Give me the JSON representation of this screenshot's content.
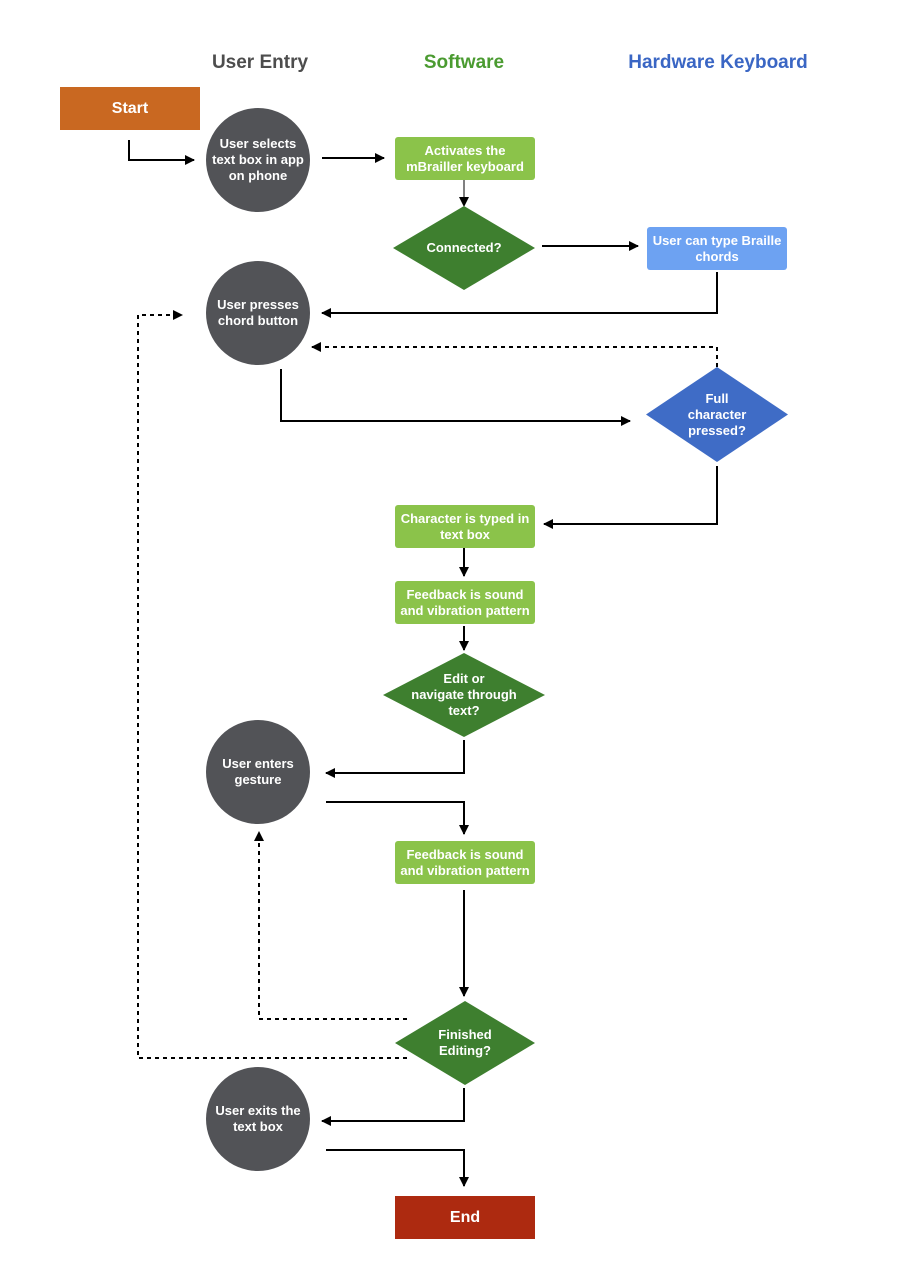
{
  "colors": {
    "user_header": "#4d4d4d",
    "software_header": "#4b9b31",
    "hardware_header": "#3a66c4",
    "start": "#c96821",
    "end": "#ad2a10",
    "circle": "#525357",
    "software_box": "#8bc34a",
    "software_diamond": "#3e7f2f",
    "hardware_box": "#6da2f2",
    "hardware_diamond": "#3f6cc6",
    "arrow": "#000000"
  },
  "headers": {
    "user_entry": "User Entry",
    "software": "Software",
    "hardware": "Hardware Keyboard"
  },
  "nodes": {
    "start": "Start",
    "select_text_box": "User selects\ntext box in app\non phone",
    "activate_keyboard": "Activates the\nmBrailler keyboard",
    "connected": "Connected?",
    "type_chords": "User can type Braille\nchords",
    "press_chord": "User presses\nchord button",
    "full_character": "Full\ncharacter\npressed?",
    "character_typed": "Character is typed in\ntext box",
    "feedback_1": "Feedback is sound\nand vibration pattern",
    "edit_navigate": "Edit or\nnavigate through\ntext?",
    "enter_gesture": "User enters\ngesture",
    "feedback_2": "Feedback is sound\nand vibration pattern",
    "finished_editing": "Finished\nEditing?",
    "exit_text_box": "User exits the\ntext box",
    "end": "End"
  }
}
